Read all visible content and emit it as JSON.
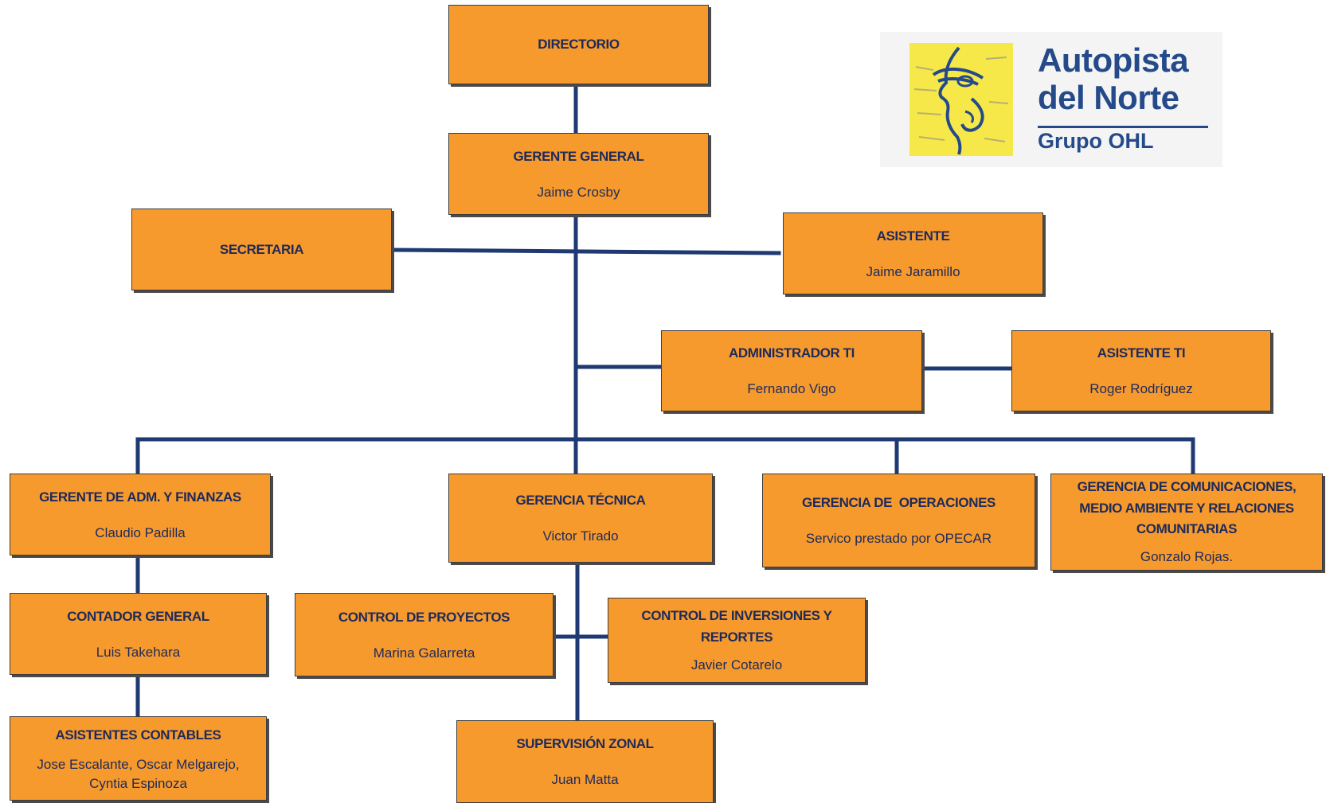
{
  "colors": {
    "box_fill": "#f79a2d",
    "box_text": "#1d2a5a",
    "connector": "#1f3a73",
    "logo_blue": "#244a8a",
    "logo_yellow": "#f7e84a"
  },
  "logo": {
    "line1": "Autopista",
    "line2": "del Norte",
    "line3": "Grupo OHL",
    "icon": "stylized-face-icon"
  },
  "boxes": {
    "directorio": {
      "title": "DIRECTORIO",
      "person": ""
    },
    "gerente": {
      "title": "GERENTE GENERAL",
      "person": "Jaime Crosby"
    },
    "secretaria": {
      "title": "SECRETARIA",
      "person": ""
    },
    "asistente": {
      "title": "ASISTENTE",
      "person": "Jaime Jaramillo"
    },
    "admti": {
      "title": "ADMINISTRADOR TI",
      "person": "Fernando Vigo"
    },
    "asisti": {
      "title": "ASISTENTE TI",
      "person": "Roger Rodríguez"
    },
    "finanzas": {
      "title": "GERENTE DE ADM. Y FINANZAS",
      "person": "Claudio Padilla"
    },
    "tecnica": {
      "title": "GERENCIA TÉCNICA",
      "person": "Victor Tirado"
    },
    "operaciones": {
      "title": "GERENCIA DE  OPERACIONES",
      "person": "Servico prestado por OPECAR"
    },
    "comunic": {
      "title": "GERENCIA DE COMUNICACIONES, MEDIO AMBIENTE Y RELACIONES COMUNITARIAS",
      "person": "Gonzalo Rojas."
    },
    "contador": {
      "title": "CONTADOR GENERAL",
      "person": "Luis Takehara"
    },
    "proyectos": {
      "title": "CONTROL DE PROYECTOS",
      "person": "Marina Galarreta"
    },
    "inversiones": {
      "title": "CONTROL DE INVERSIONES Y REPORTES",
      "person": "Javier Cotarelo"
    },
    "asicont": {
      "title": "ASISTENTES CONTABLES",
      "person": "Jose Escalante, Oscar Melgarejo, Cyntia Espinoza"
    },
    "supervision": {
      "title": "SUPERVISIÓN ZONAL",
      "person": "Juan Matta"
    }
  }
}
